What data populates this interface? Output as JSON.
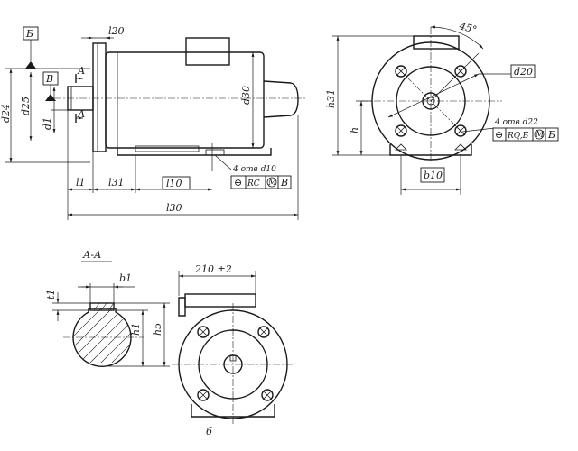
{
  "side_view": {
    "datum_b": "Б",
    "datum_v": "В",
    "section_mark": "А",
    "l20": "l20",
    "d24": "d24",
    "d25": "d25",
    "d1": "d1",
    "d30": "d30",
    "l1": "l1",
    "l31": "l31",
    "l10": "l10",
    "l30": "l30",
    "holes_label": "4 отв d10",
    "tolerance": {
      "symbol": "⊕",
      "value": "RC",
      "modifier": "M",
      "datum": "В"
    }
  },
  "end_view": {
    "angle": "45°",
    "d20": "d20",
    "h31": "h31",
    "h": "h",
    "b10": "b10",
    "holes_label": "4 отв d22",
    "tolerance": {
      "symbol": "⊕",
      "value": "RQ,Б",
      "modifier": "M",
      "datum": "Б"
    }
  },
  "section_view": {
    "title": "А-А",
    "b1": "b1",
    "t1": "t1",
    "h1": "h1",
    "h5": "h5"
  },
  "variant_view": {
    "dim_210": "210 ±2",
    "caption": "б"
  }
}
